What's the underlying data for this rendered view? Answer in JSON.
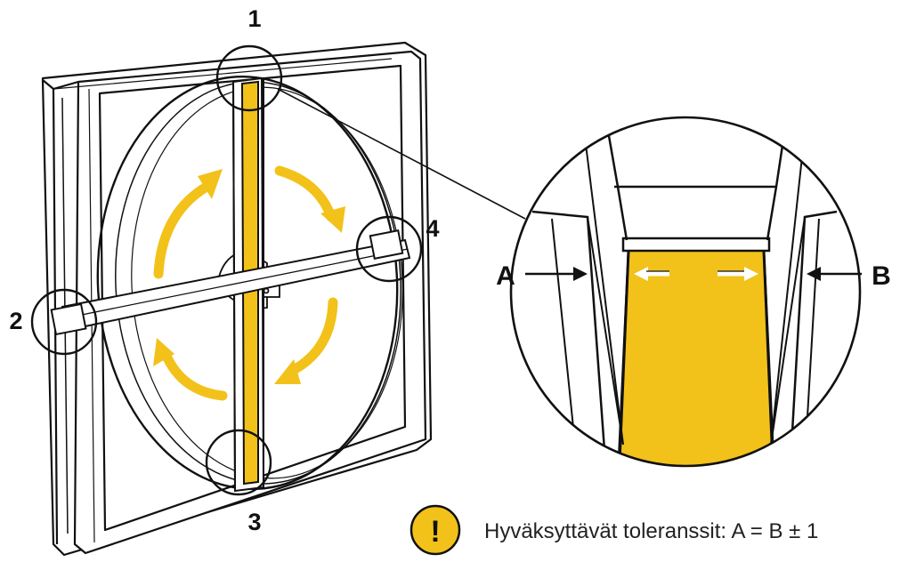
{
  "callouts": {
    "top": "1",
    "left": "2",
    "bottom": "3",
    "right": "4"
  },
  "detail": {
    "label_a": "A",
    "label_b": "B"
  },
  "warning": {
    "symbol": "!",
    "text": "Hyväksyttävät toleranssit: A = B ± 1",
    "icon": "warning-icon"
  },
  "colors": {
    "accent_yellow": "#f2c21b",
    "line": "#111111",
    "background": "#ffffff"
  }
}
